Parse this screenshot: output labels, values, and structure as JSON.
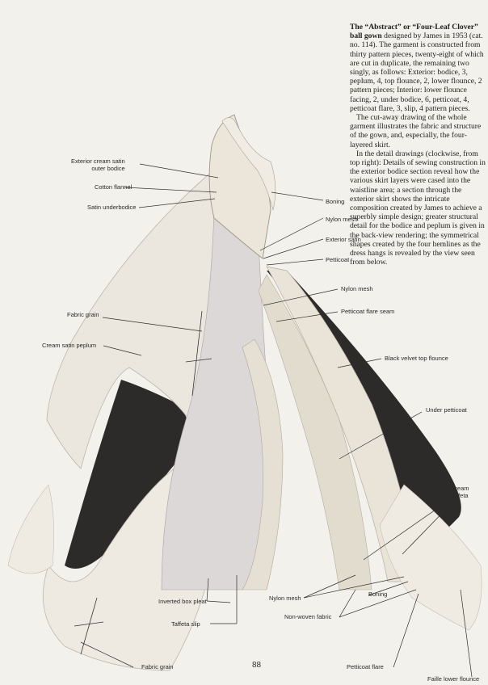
{
  "caption": {
    "title": "The “Abstract” or “Four-Leaf Clover”",
    "title2": "ball gown",
    "p1": "designed by James in 1953 (cat. no. 114). The garment is constructed from thirty pattern pieces, twenty-eight of which are cut in duplicate, the remaining two singly, as follows: Exterior: bodice, 3, peplum, 4, top flounce, 2, lower flounce, 2 pattern pieces; Interior: lower flounce facing, 2, under bodice, 6, petticoat, 4, petticoat flare, 3, slip, 4 pattern pieces.",
    "p2": "The cut-away drawing of the whole garment illustrates the fabric and structure of the gown, and, especially, the four-layered skirt.",
    "p3": "In the detail drawings (clockwise, from top right): Details of sewing construction in the exterior bodice section reveal how the various skirt layers were cased into the waistline area; a section through the exterior skirt shows the intricate composition created by James to achieve a superbly simple design; greater structural detail for the bodice and peplum is given in the back-view rendering; the symmetrical shapes created by the four hemlines as the dress hangs is revealed by the view seen from below."
  },
  "labels": {
    "exterior_bodice_1": "Exterior cream satin",
    "exterior_bodice_2": "outer bodice",
    "cotton_flannel": "Cotton flannel",
    "satin_underbodice": "Satin underbodice",
    "fabric_grain_top": "Fabric grain",
    "cream_satin_peplum": "Cream satin peplum",
    "boning_top": "Boning",
    "nylon_mesh_top": "Nylon mesh",
    "exterior_satin": "Exterior satin",
    "petticoat": "Petticoat",
    "nylon_mesh_mid": "Nylon mesh",
    "petticoat_flare_seam": "Petticoat flare seam",
    "black_velvet": "Black velvet top flounce",
    "under_petticoat": "Under petticoat",
    "cream_taffeta_1": "Cream",
    "cream_taffeta_2": "taffeta",
    "inverted_box_pleat": "Inverted box pleat",
    "taffeta_slip": "Taffeta slip",
    "nylon_mesh_bottom": "Nylon mesh",
    "boning_bottom": "Boning",
    "non_woven": "Non-woven fabric",
    "fabric_grain_bottom": "Fabric grain",
    "petticoat_flare": "Petticoat flare",
    "faille_lower_flounce": "Faille lower flounce"
  },
  "page_number": "88",
  "colors": {
    "paper": "#f3f1ec",
    "satin": "#ebe6dc",
    "velvet": "#2b2a28",
    "mesh": "#d9d6d6",
    "line": "#333333"
  }
}
